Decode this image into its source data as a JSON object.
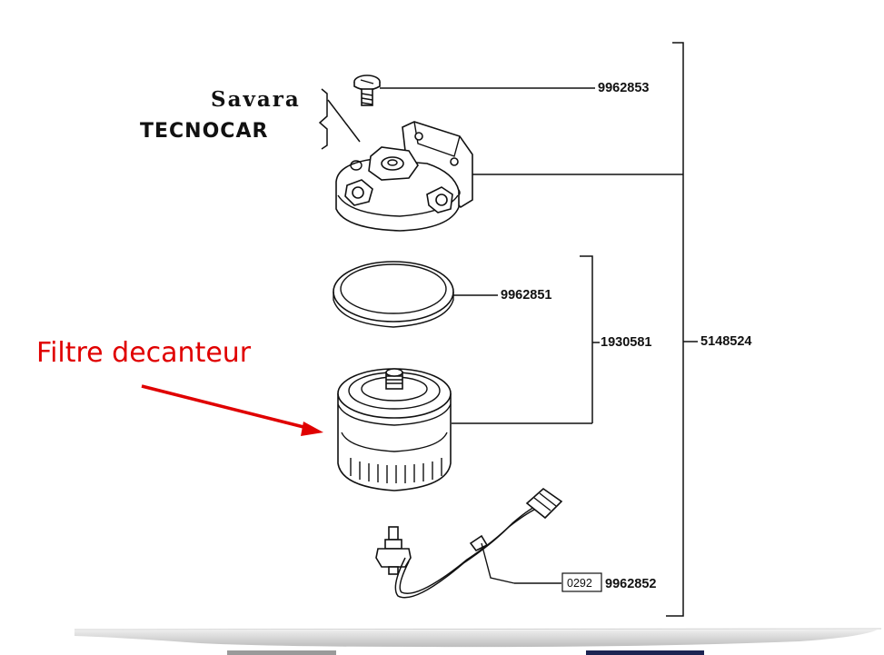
{
  "annotation": {
    "text": "Filtre decanteur",
    "color": "#e00000"
  },
  "brand": {
    "line1": "Savara",
    "line2": "TECNOCAR"
  },
  "parts": {
    "screw": "9962853",
    "seal_ring": "9962851",
    "filter_kit": "1930581",
    "assembly": "5148524",
    "sensor_code": "0292",
    "sensor": "9962852"
  },
  "icons": [
    "screw-icon",
    "filter-head-icon",
    "seal-ring-icon",
    "filter-cartridge-icon",
    "water-sensor-icon",
    "arrow-icon"
  ]
}
